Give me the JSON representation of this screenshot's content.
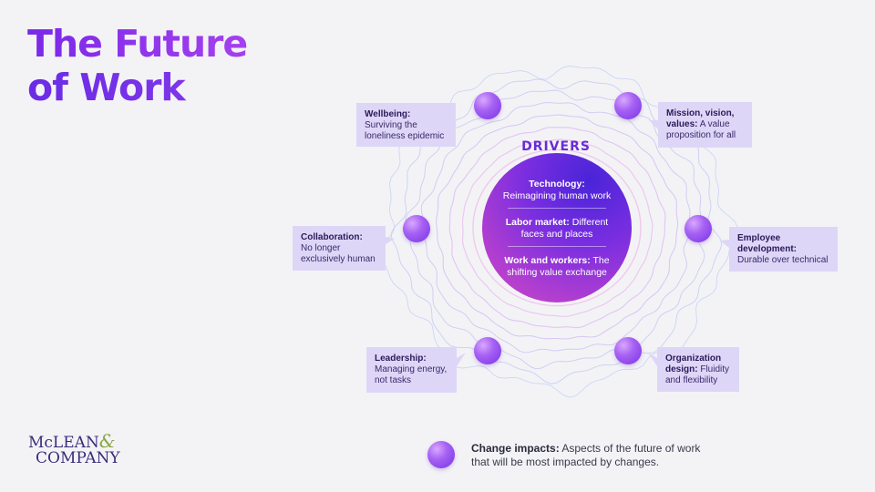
{
  "title": {
    "line1": "The Future",
    "line2": "of Work"
  },
  "drivers_label": "DRIVERS",
  "drivers": [
    {
      "label": "Technology:",
      "text": "Reimagining human work"
    },
    {
      "label": "Labor market:",
      "text": "Different faces and places"
    },
    {
      "label": "Work and workers:",
      "text": "The shifting value exchange"
    }
  ],
  "impacts": {
    "wellbeing": {
      "label": "Wellbeing:",
      "text": "Surviving the loneliness epidemic"
    },
    "mission": {
      "label": "Mission, vision, values:",
      "text": "A value proposition for all"
    },
    "collab": {
      "label": "Collaboration:",
      "text": "No longer exclusively human"
    },
    "employee": {
      "label": "Employee development:",
      "text": "Durable over technical"
    },
    "leader": {
      "label": "Leadership:",
      "text": "Managing energy, not tasks"
    },
    "orgdesign": {
      "label": "Organization design:",
      "text": "Fluidity and flexibility"
    }
  },
  "legend": {
    "label": "Change impacts:",
    "text": "Aspects of the future of work that will be most impacted by changes."
  },
  "logo": {
    "line1a": "McLEAN",
    "amp": "&",
    "line2": "COMPANY"
  },
  "colors": {
    "accent": "#7a2ee8",
    "box": "#ddd6f7",
    "center_start": "#4a24d8",
    "center_end": "#cf4cc0",
    "ring": "#c9c0ee"
  }
}
